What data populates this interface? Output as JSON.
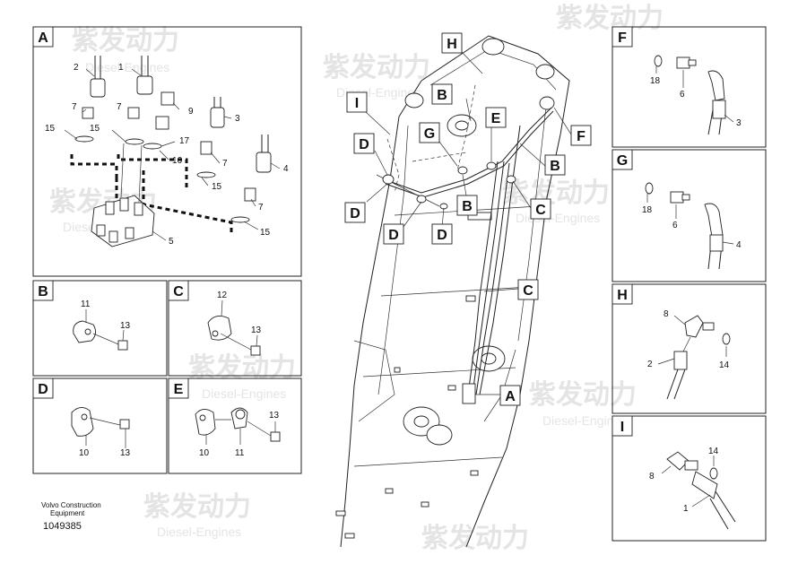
{
  "watermark": {
    "brand": "紫发动力",
    "sub": "Diesel-Engines"
  },
  "panels": {
    "A": {
      "letter": "A",
      "labels": {
        "p2": "2",
        "p1": "1",
        "p9": "9",
        "p3": "3",
        "p7a": "7",
        "p15a": "15",
        "p15b": "15",
        "p17": "17",
        "p16": "16",
        "p7b": "7",
        "p15c": "15",
        "p4": "4",
        "p7c": "7",
        "p15d": "15",
        "p5": "5",
        "p7d": "7"
      }
    },
    "B": {
      "letter": "B",
      "labels": {
        "p11": "11",
        "p13": "13"
      }
    },
    "C": {
      "letter": "C",
      "labels": {
        "p12": "12",
        "p13": "13"
      }
    },
    "D": {
      "letter": "D",
      "labels": {
        "p10": "10",
        "p13": "13"
      }
    },
    "E": {
      "letter": "E",
      "labels": {
        "p13": "13",
        "p10": "10",
        "p11": "11"
      }
    },
    "F": {
      "letter": "F",
      "labels": {
        "p18": "18",
        "p6": "6",
        "p3": "3"
      }
    },
    "G": {
      "letter": "G",
      "labels": {
        "p18": "18",
        "p6": "6",
        "p4": "4"
      }
    },
    "H": {
      "letter": "H",
      "labels": {
        "p8": "8",
        "p2": "2",
        "p14": "14"
      }
    },
    "I": {
      "letter": "I",
      "labels": {
        "p14": "14",
        "p8": "8",
        "p1": "1"
      }
    }
  },
  "callouts": {
    "H": "H",
    "B1": "B",
    "I": "I",
    "E": "E",
    "G": "G",
    "F": "F",
    "D1": "D",
    "B2": "B",
    "D2": "D",
    "B3": "B",
    "C1": "C",
    "D3": "D",
    "D4": "D",
    "C2": "C",
    "A": "A"
  },
  "footer": {
    "maker_line1": "Volvo Construction",
    "maker_line2": "Equipment",
    "drawing_number": "1049385"
  }
}
